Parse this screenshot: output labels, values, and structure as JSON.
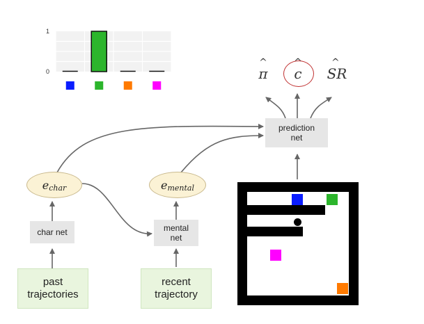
{
  "chart_data": {
    "type": "bar",
    "categories": [
      "blue",
      "green",
      "orange",
      "magenta"
    ],
    "values": [
      0,
      1,
      0,
      0
    ],
    "ylim": [
      0,
      1
    ],
    "ytick_labels": [
      "0",
      "1"
    ],
    "colors": [
      "#0a1dff",
      "#2cb52c",
      "#ff7a00",
      "#ff00ff"
    ],
    "bar_color": "#2cb52c",
    "grid": true
  },
  "outputs": {
    "pi_label": "π",
    "c_label": "c",
    "sr_label": "SR",
    "hat_symbol": "^",
    "highlight_color": "#c03030"
  },
  "nodes": {
    "prediction_net": "prediction\nnet",
    "char_net": "char net",
    "mental_net": "mental\nnet",
    "past_trajectories": "past\ntrajectories",
    "recent_trajectory": "recent\ntrajectory",
    "e_char_base": "e",
    "e_char_sub": "char",
    "e_mental_base": "e",
    "e_mental_sub": "mental"
  },
  "maze": {
    "goal_colors": [
      "#0a1dff",
      "#2cb52c",
      "#ff00ff",
      "#ff7a00"
    ],
    "agent_color": "#000000"
  }
}
